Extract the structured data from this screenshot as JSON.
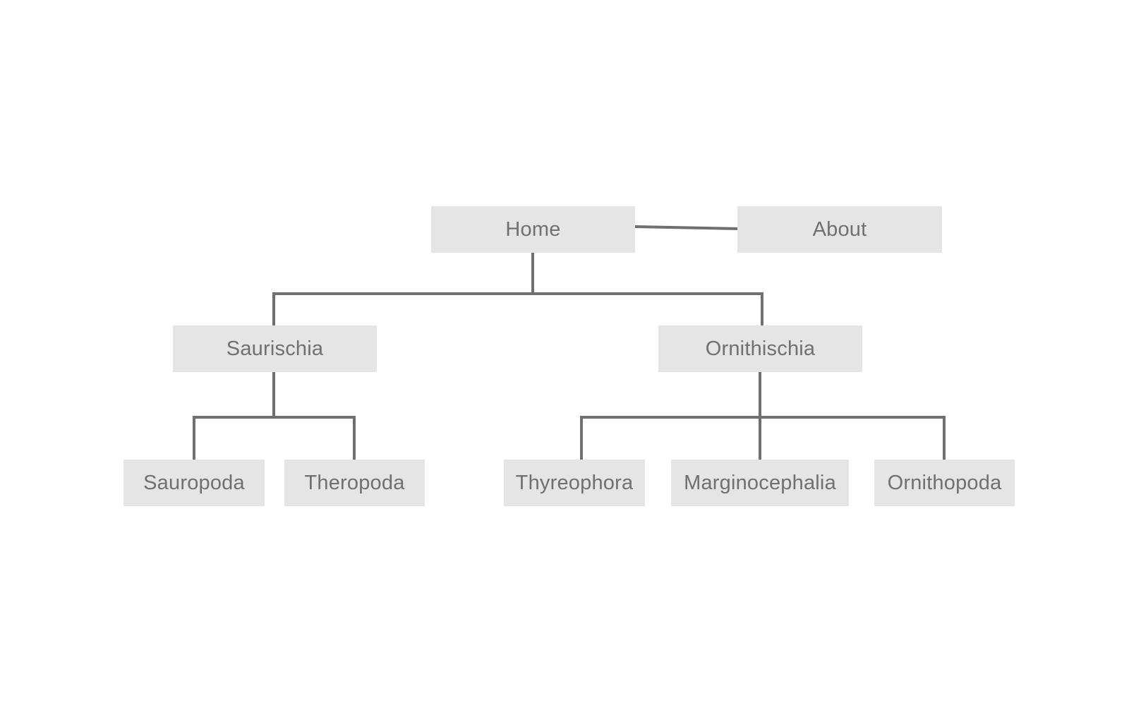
{
  "colors": {
    "node_fill": "#e5e5e5",
    "node_text": "#707070",
    "connector": "#707070",
    "background": "#ffffff"
  },
  "nodes": {
    "home": "Home",
    "about": "About",
    "saurischia": "Saurischia",
    "ornithischia": "Ornithischia",
    "sauropoda": "Sauropoda",
    "theropoda": "Theropoda",
    "thyreophora": "Thyreophora",
    "marginocephalia": "Marginocephalia",
    "ornithopoda": "Ornithopoda"
  },
  "links": [
    [
      "home",
      "about"
    ],
    [
      "home",
      "saurischia"
    ],
    [
      "home",
      "ornithischia"
    ],
    [
      "saurischia",
      "sauropoda"
    ],
    [
      "saurischia",
      "theropoda"
    ],
    [
      "ornithischia",
      "thyreophora"
    ],
    [
      "ornithischia",
      "marginocephalia"
    ],
    [
      "ornithischia",
      "ornithopoda"
    ]
  ]
}
